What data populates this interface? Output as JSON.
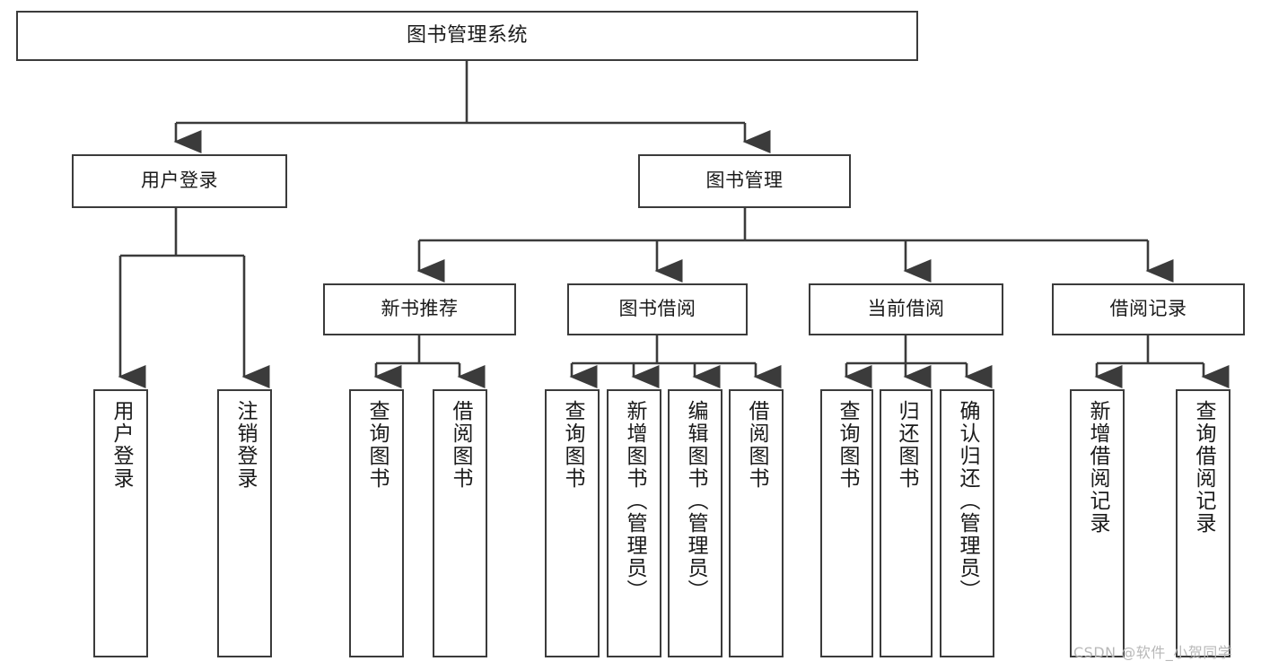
{
  "diagram": {
    "type": "tree-hierarchy",
    "title": "图书管理系统",
    "orientation": "top-down",
    "levels": 4
  },
  "root": {
    "label": "图书管理系统"
  },
  "level2": [
    {
      "id": "user-login",
      "label": "用户登录"
    },
    {
      "id": "book-manage",
      "label": "图书管理"
    }
  ],
  "level3": [
    {
      "id": "new-book-recommend",
      "label": "新书推荐",
      "parent": "book-manage"
    },
    {
      "id": "book-borrow",
      "label": "图书借阅",
      "parent": "book-manage"
    },
    {
      "id": "current-borrow",
      "label": "当前借阅",
      "parent": "book-manage"
    },
    {
      "id": "borrow-record",
      "label": "借阅记录",
      "parent": "book-manage"
    }
  ],
  "leaves": {
    "user_login": [
      {
        "id": "leaf-user-login",
        "label": "用户登录"
      },
      {
        "id": "leaf-logout",
        "label": "注销登录"
      }
    ],
    "new_book_recommend": [
      {
        "id": "leaf-query-book-1",
        "label": "查询图书"
      },
      {
        "id": "leaf-borrow-book-1",
        "label": "借阅图书"
      }
    ],
    "book_borrow": [
      {
        "id": "leaf-query-book-2",
        "label": "查询图书"
      },
      {
        "id": "leaf-add-book",
        "label": "新增图书（管理员）"
      },
      {
        "id": "leaf-edit-book",
        "label": "编辑图书（管理员）"
      },
      {
        "id": "leaf-borrow-book-2",
        "label": "借阅图书"
      }
    ],
    "current_borrow": [
      {
        "id": "leaf-query-book-3",
        "label": "查询图书"
      },
      {
        "id": "leaf-return-book",
        "label": "归还图书"
      },
      {
        "id": "leaf-confirm-return",
        "label": "确认归还（管理员）"
      }
    ],
    "borrow_record": [
      {
        "id": "leaf-add-record",
        "label": "新增借阅记录"
      },
      {
        "id": "leaf-query-record",
        "label": "查询借阅记录"
      }
    ]
  },
  "watermark": {
    "text": "CSDN @软件_小贺同学"
  },
  "colors": {
    "stroke": "#3b3b3b",
    "fill": "#ffffff",
    "text": "#1a1a1a",
    "watermark": "#b8b8b8"
  }
}
